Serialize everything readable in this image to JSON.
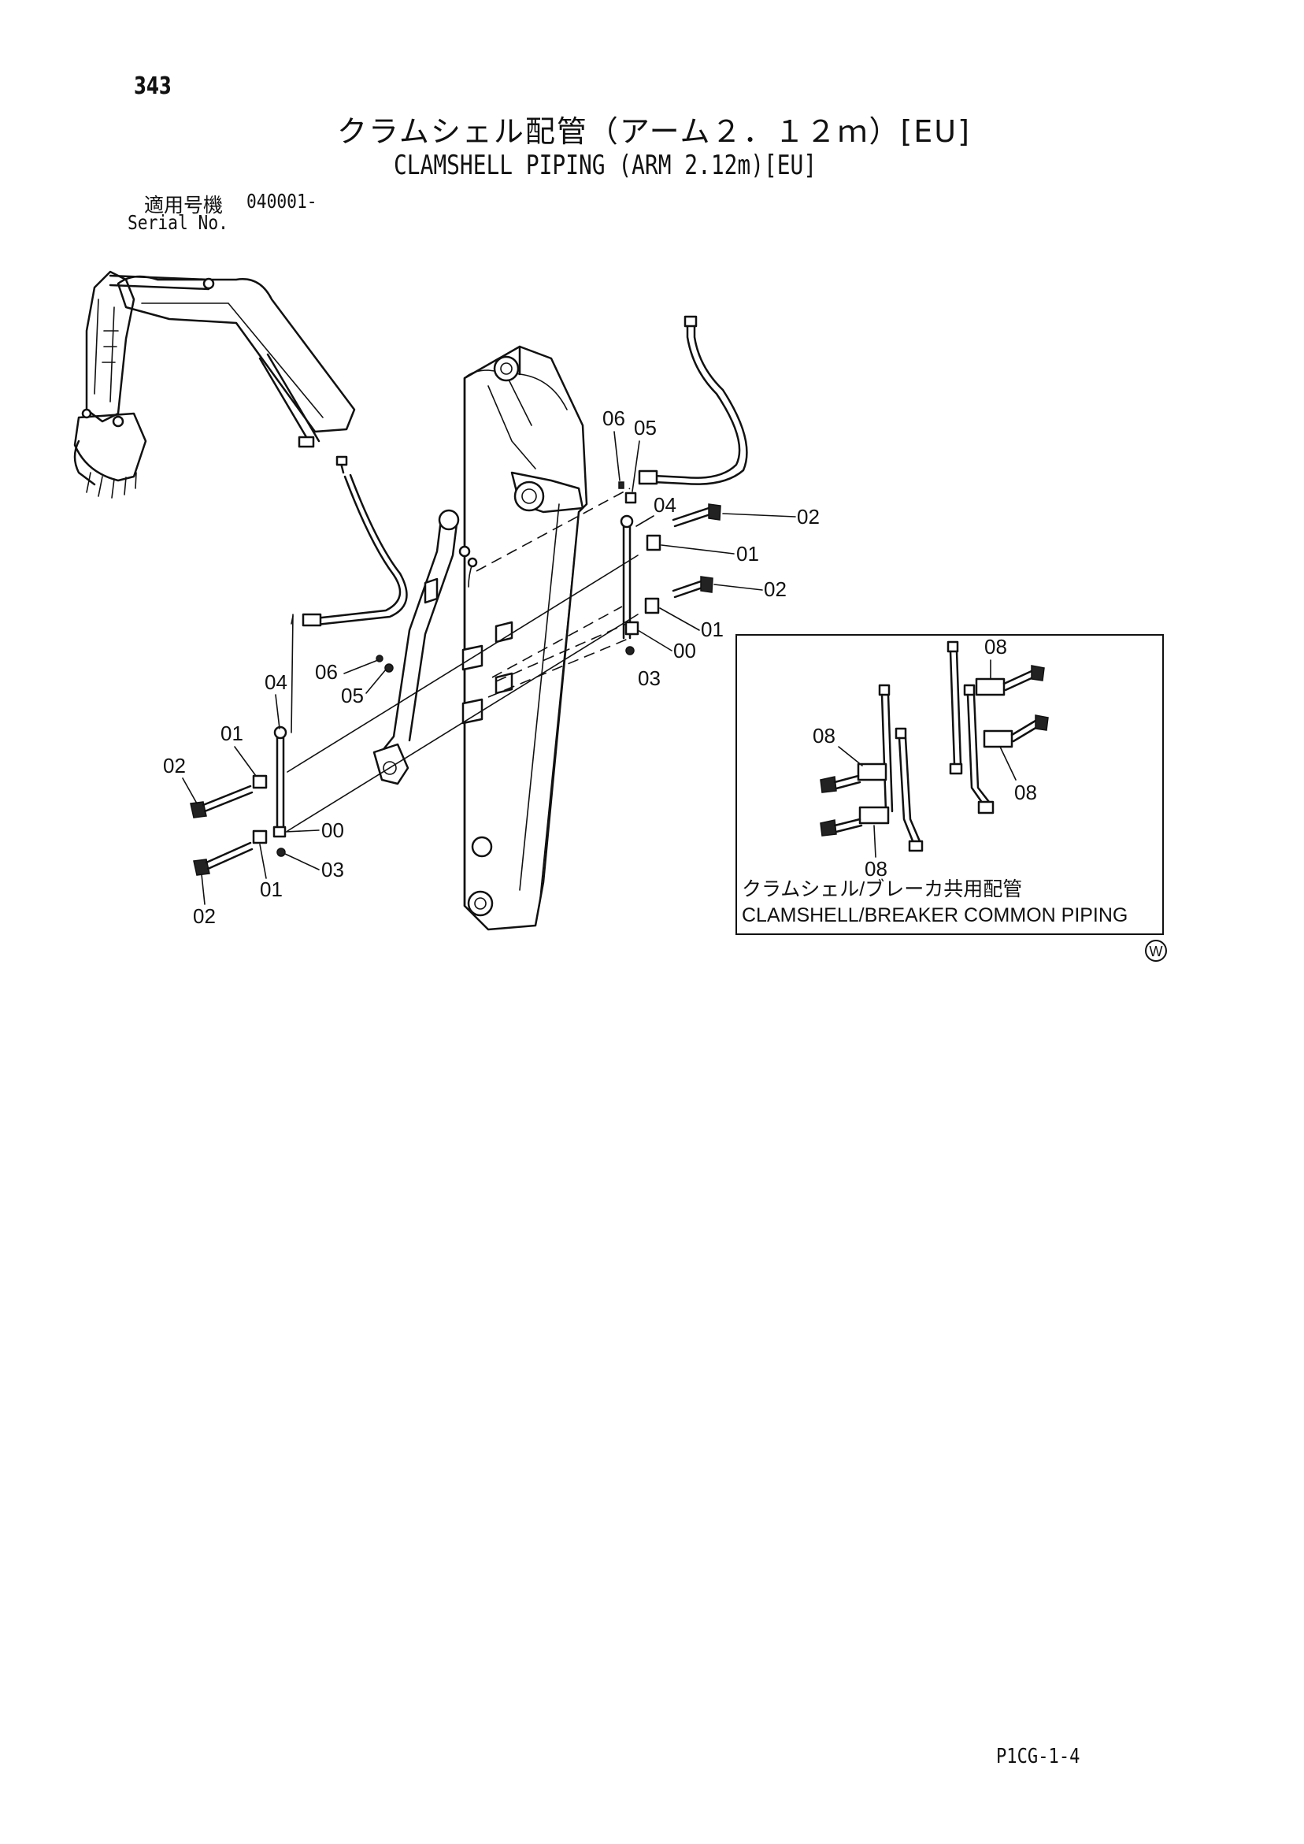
{
  "page": {
    "number": "343",
    "title_jp": "クラムシェル配管（アーム２．１２ｍ）[EU]",
    "title_en": "CLAMSHELL PIPING (ARM 2.12m)[EU]",
    "serial_label_jp": "適用号機",
    "serial_value": "040001-",
    "serial_label_en": "Serial No.",
    "footer_code": "P1CG-1-4"
  },
  "inset": {
    "label_jp": "クラムシェル/ブレーカ共用配管",
    "label_en": "CLAMSHELL/BREAKER COMMON PIPING",
    "corner_mark": "W"
  },
  "part_labels": {
    "p00": "00",
    "p01": "01",
    "p02": "02",
    "p03": "03",
    "p04": "04",
    "p05": "05",
    "p06": "06",
    "p08": "08"
  }
}
